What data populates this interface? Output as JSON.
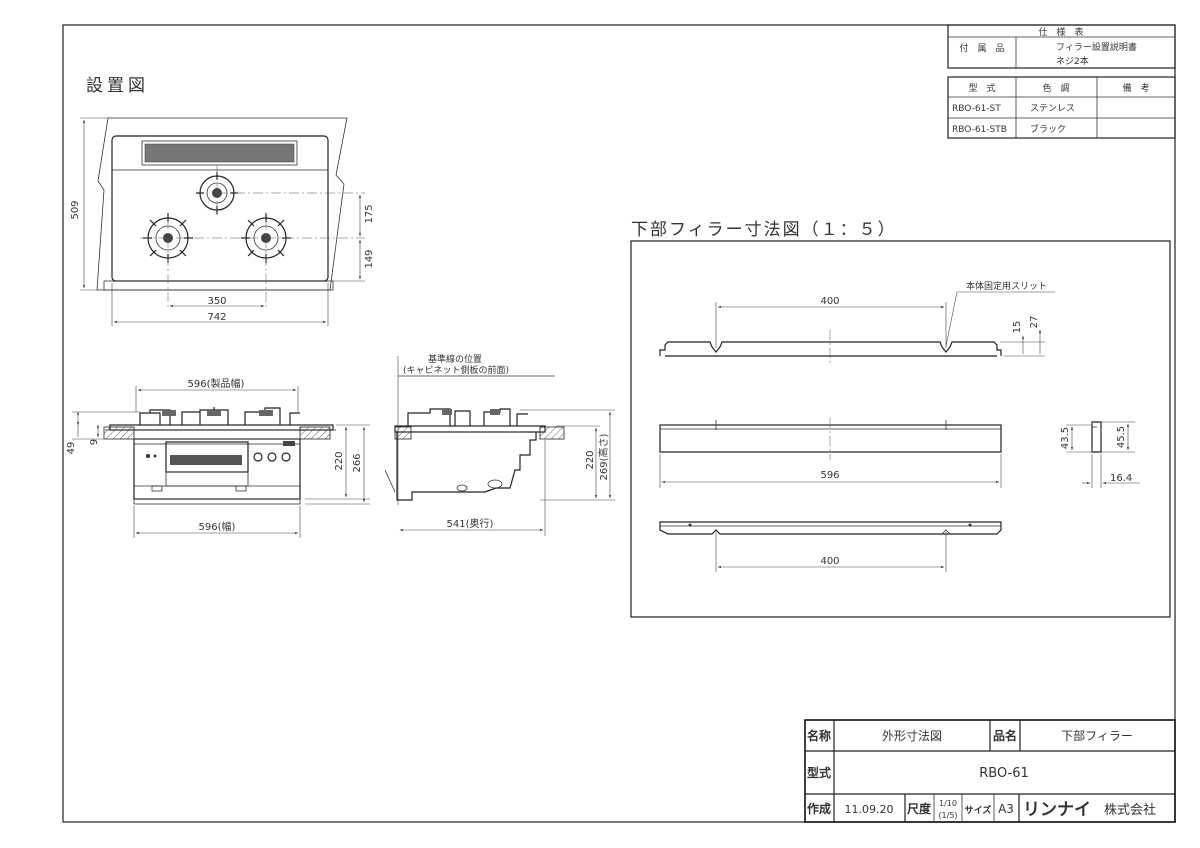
{
  "spec_table": {
    "title": "仕　様　表",
    "accessories_label": "付　属　品",
    "accessories": [
      "フィラー設置説明書",
      "ネジ2本"
    ],
    "headers": [
      "型　式",
      "色　調",
      "備　考"
    ],
    "rows": [
      {
        "model": "RBO-61-ST",
        "color": "ステンレス",
        "note": ""
      },
      {
        "model": "RBO-61-STB",
        "color": "ブラック",
        "note": ""
      }
    ]
  },
  "installation": {
    "title": "設置図",
    "dims": {
      "height_509": "509",
      "d175": "175",
      "d149": "149",
      "w350": "350",
      "w742": "742"
    }
  },
  "front_view": {
    "dims": {
      "product_width": "596(製品幅)",
      "width": "596(幅)",
      "d49": "49",
      "d9": "9",
      "d220": "220",
      "d266": "266"
    }
  },
  "side_view": {
    "reference_note": [
      "基準線の位置",
      "(キャビネット側板の前面)"
    ],
    "dims": {
      "depth": "541(奥行)",
      "d220": "220",
      "height": "269(高さ)"
    }
  },
  "filler": {
    "title": "下部フィラー寸法図（１：５）",
    "slit_label": "本体固定用スリット",
    "dims": {
      "top_400": "400",
      "d15": "15",
      "d27": "27",
      "w596": "596",
      "d43_5": "43.5",
      "d45_5": "45.5",
      "d16_4": "16.4",
      "bottom_400": "400"
    }
  },
  "title_block": {
    "name_label": "名称",
    "name_value": "外形寸法図",
    "item_label": "品名",
    "item_value": "下部フィラー",
    "model_label": "型式",
    "model_value": "RBO-61",
    "made_label": "作成",
    "date": "11.09.20",
    "scale_label": "尺度",
    "scale_top": "1/10",
    "scale_bottom": "(1/5)",
    "size_label": "サイズ",
    "size_value": "A3",
    "company_brand": "リンナイ",
    "company_suffix": "株式会社"
  }
}
